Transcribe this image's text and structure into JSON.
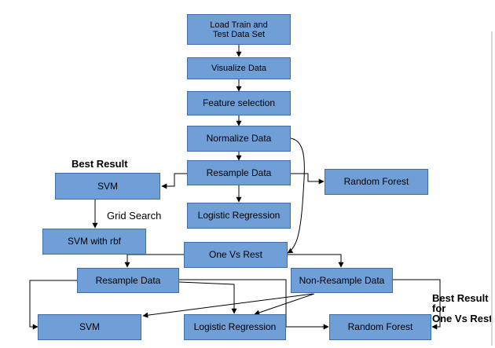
{
  "diagram": {
    "nodes": {
      "load": "Load Train and\nTest Data Set",
      "visualize": "Visualize Data",
      "feature": "Feature selection",
      "normalize": "Normalize Data",
      "resample_top": "Resample Data",
      "random_forest_top": "Random Forest",
      "svm_top": "SVM",
      "logistic_top": "Logistic Regression",
      "svm_rbf": "SVM with rbf",
      "ovr": "One Vs Rest",
      "resample_bottom": "Resample Data",
      "nonresample": "Non-Resample Data",
      "svm_bottom": "SVM",
      "logistic_bottom": "Logistic Regression",
      "random_forest_bottom": "Random Forest"
    },
    "annotations": {
      "best_result": "Best Result",
      "grid_search": "Grid Search",
      "best_result_ovr": "Best Result\nfor\nOne Vs Rest"
    }
  }
}
